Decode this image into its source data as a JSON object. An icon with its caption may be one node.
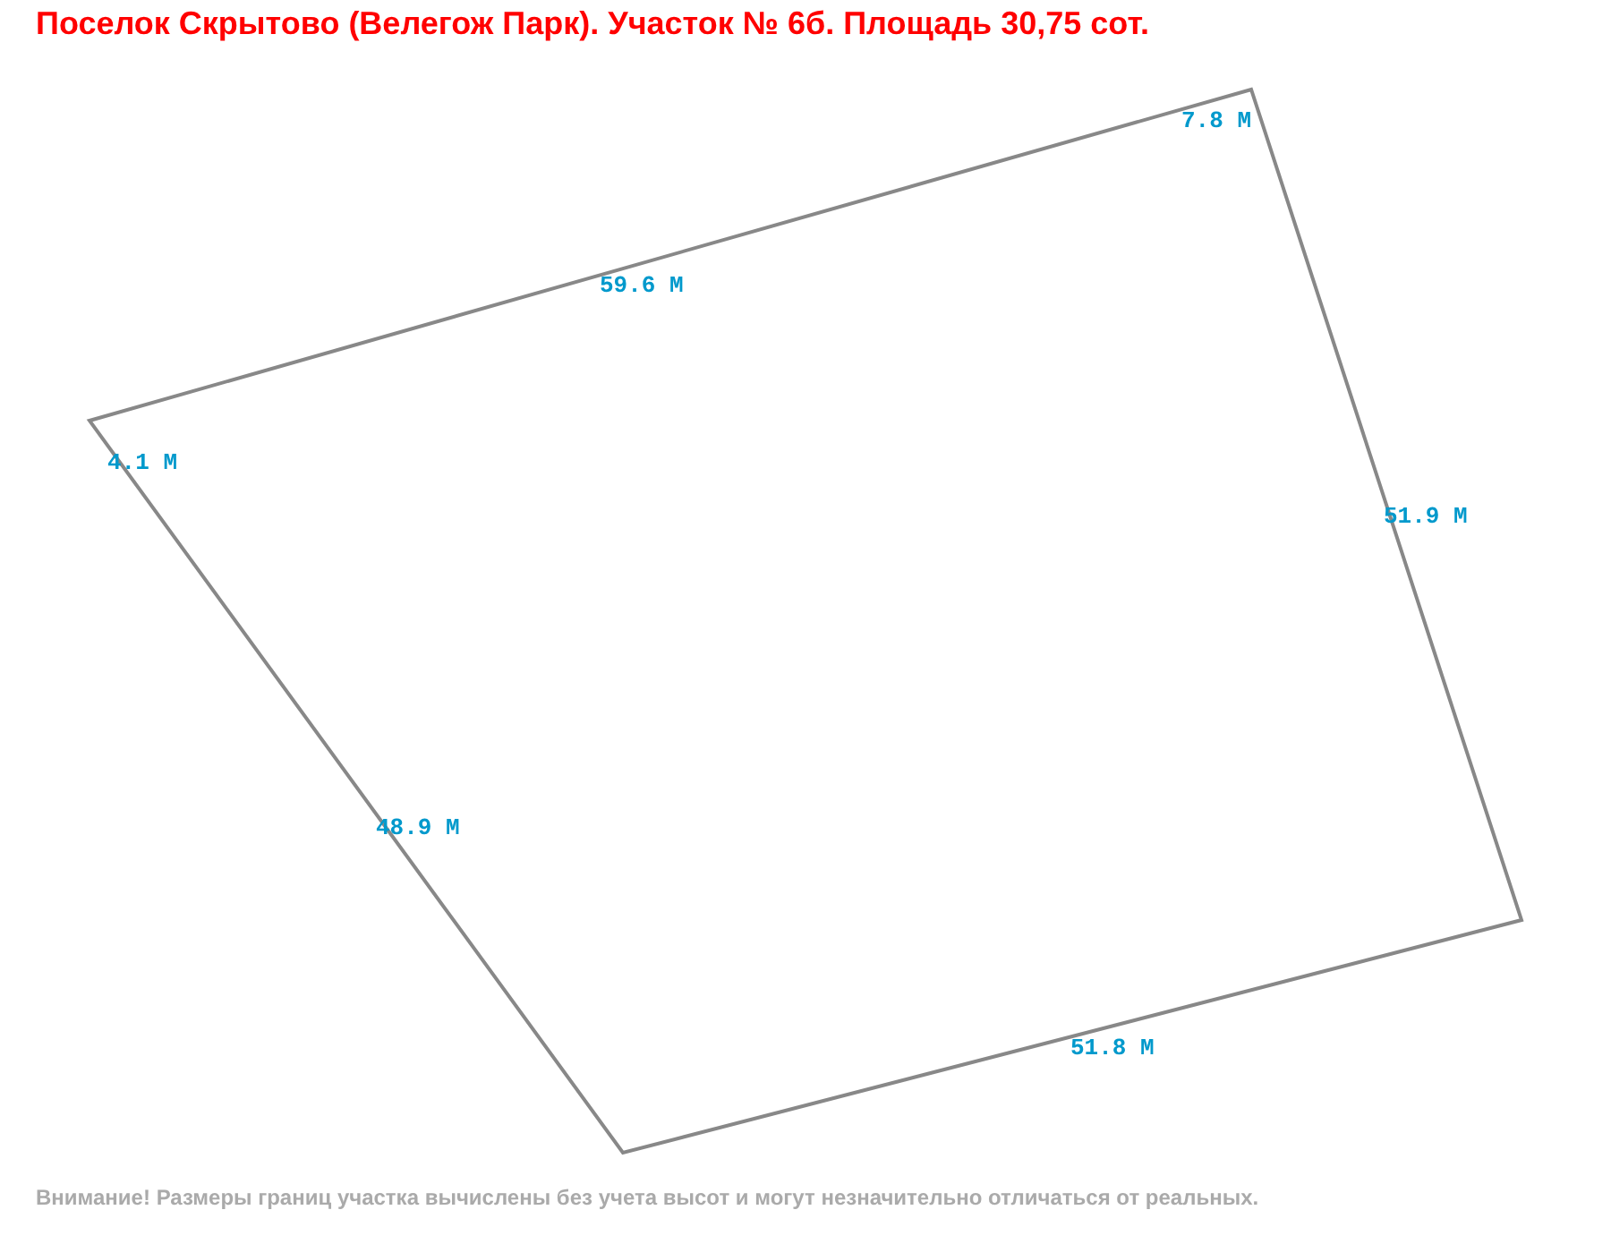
{
  "diagram": {
    "title": "Поселок Скрытово (Велегож Парк). Участок № 6б. Площадь 30,75 сот.",
    "caption": "Внимание! Размеры границ участка вычислены без учета высот и могут незначительно отличаться от реальных.",
    "labels": [
      "7.8 М",
      "59.6 М",
      "4.1 М",
      "51.9 М",
      "48.9 М",
      "51.8 М"
    ]
  }
}
